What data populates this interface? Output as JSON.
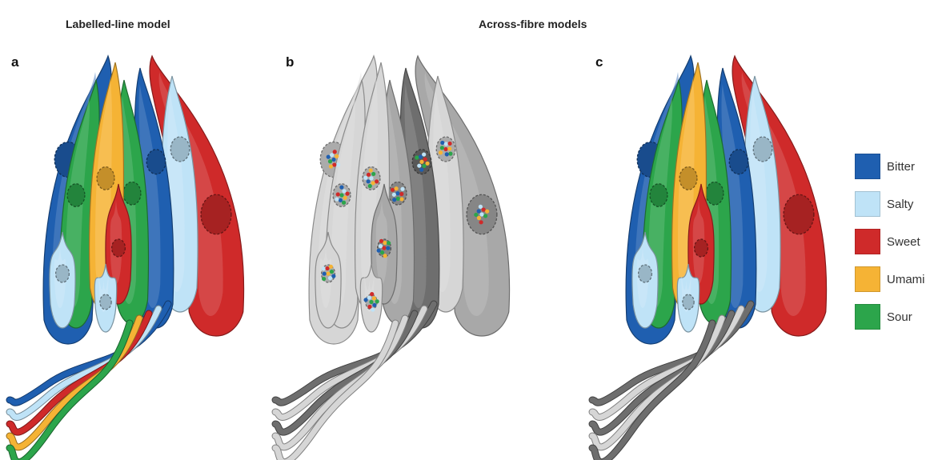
{
  "titles": {
    "left": "Labelled-line model",
    "right": "Across-fibre models"
  },
  "panels": [
    "a",
    "b",
    "c"
  ],
  "legend": [
    {
      "label": "Bitter",
      "color": "#1f5fb0"
    },
    {
      "label": "Salty",
      "color": "#bfe3f7"
    },
    {
      "label": "Sweet",
      "color": "#cf2a2a"
    },
    {
      "label": "Umami",
      "color": "#f5b335"
    },
    {
      "label": "Sour",
      "color": "#2ca54b"
    }
  ],
  "colors": {
    "bitter": "#1f5fb0",
    "salty": "#bfe3f7",
    "sweet": "#cf2a2a",
    "umami": "#f5b335",
    "sour": "#2ca54b",
    "grey_light": "#d6d6d6",
    "grey_mid": "#a8a8a8",
    "grey_dark": "#6e6e6e"
  }
}
